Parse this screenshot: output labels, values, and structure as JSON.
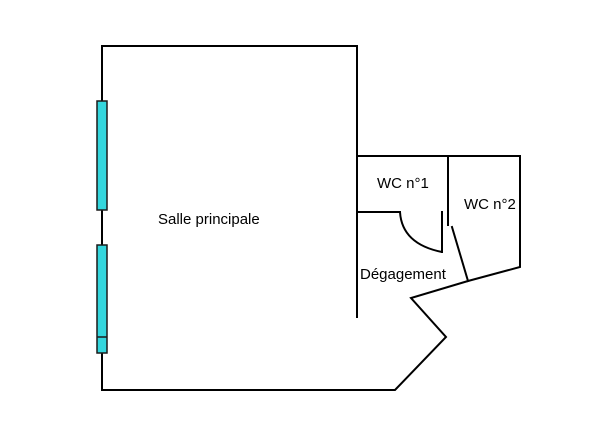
{
  "colors": {
    "wall": "#000000",
    "window_fill": "#33d6dd",
    "window_stroke": "#1a1a1a",
    "background": "#ffffff"
  },
  "rooms": {
    "main_room": "Salle principale",
    "wc_1": "WC n°1",
    "wc_2": "WC n°2",
    "hallway": "Dégagement"
  }
}
